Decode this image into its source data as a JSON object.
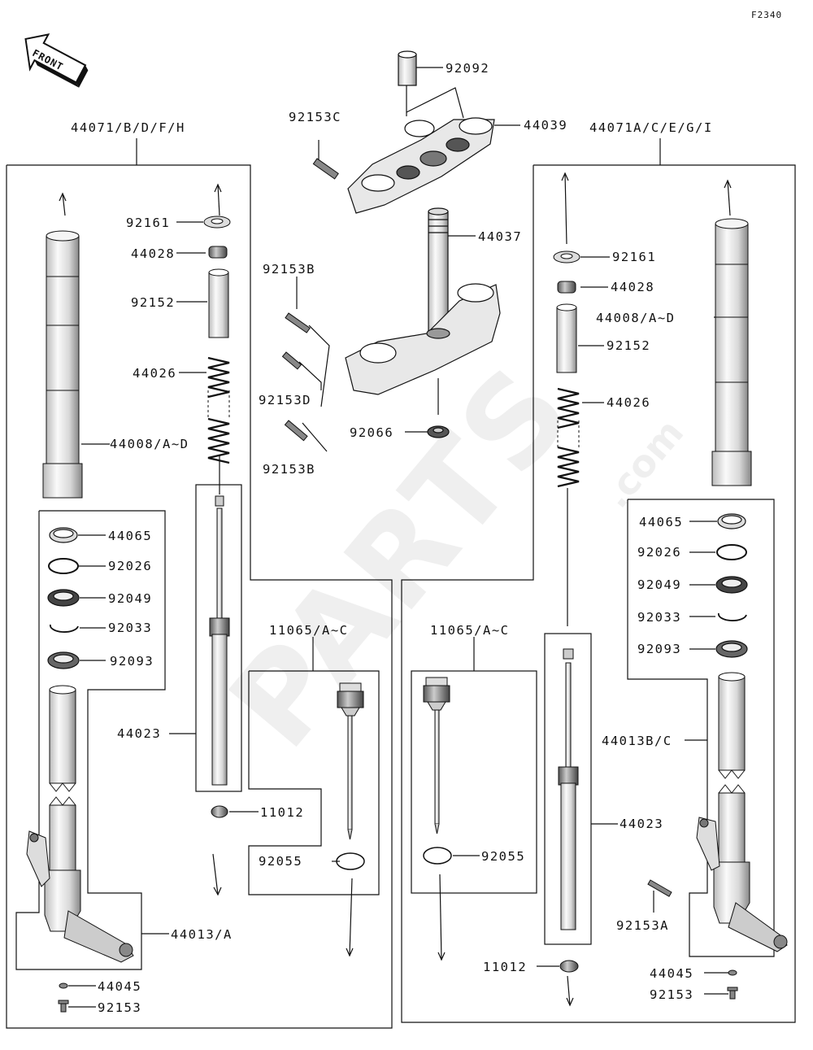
{
  "figure_code": "F2340",
  "front_arrow_label": "FRONT",
  "watermark": {
    "main": "PARTS",
    "suffix": ".com"
  },
  "labels": {
    "l92092": "92092",
    "l92153C": "92153C",
    "l44039": "44039",
    "l44071_left": "44071/B/D/F/H",
    "l44071_right": "44071A/C/E/G/I",
    "l92161_left": "92161",
    "l44028_left": "44028",
    "l92152_left": "92152",
    "l44026_left": "44026",
    "l44008_left": "44008/A~D",
    "l44037": "44037",
    "l92153B_top": "92153B",
    "l92153D": "92153D",
    "l92153B_bottom": "92153B",
    "l92066": "92066",
    "l92161_right": "92161",
    "l44028_right": "44028",
    "l44008_right": "44008/A~D",
    "l92152_right": "92152",
    "l44026_right": "44026",
    "l44065_left": "44065",
    "l92026_left": "92026",
    "l92049_left": "92049",
    "l92033_left": "92033",
    "l92093_left": "92093",
    "l44023_left": "44023",
    "l11065_left": "11065/A~C",
    "l11065_right": "11065/A~C",
    "l11012_left": "11012",
    "l92055_left": "92055",
    "l92055_right": "92055",
    "l44013A": "44013/A",
    "l44045_left": "44045",
    "l92153_left": "92153",
    "l44065_right": "44065",
    "l92026_right": "92026",
    "l92049_right": "92049",
    "l92033_right": "92033",
    "l92093_right": "92093",
    "l44013BC": "44013B/C",
    "l44023_right": "44023",
    "l92153A": "92153A",
    "l11012_right": "11012",
    "l44045_right": "44045",
    "l92153_right": "92153"
  },
  "colors": {
    "line": "#111111",
    "part_fill": "#f2f2f2",
    "part_shade": "#9a9a9a"
  }
}
